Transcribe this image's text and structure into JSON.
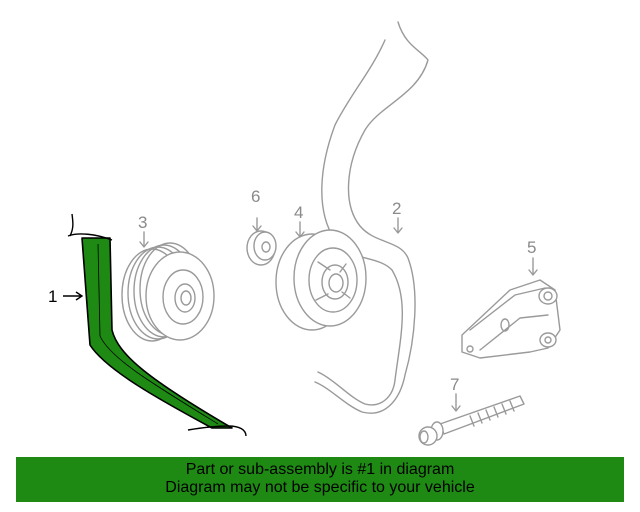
{
  "callouts": {
    "c1": "1",
    "c2": "2",
    "c3": "3",
    "c4": "4",
    "c5": "5",
    "c6": "6",
    "c7": "7"
  },
  "banner": {
    "line1": "Part or sub-assembly is #1 in diagram",
    "line2": "Diagram may not be specific to your vehicle"
  },
  "colors": {
    "highlight": "#1e8a14",
    "outline": "#9a9a9a"
  }
}
